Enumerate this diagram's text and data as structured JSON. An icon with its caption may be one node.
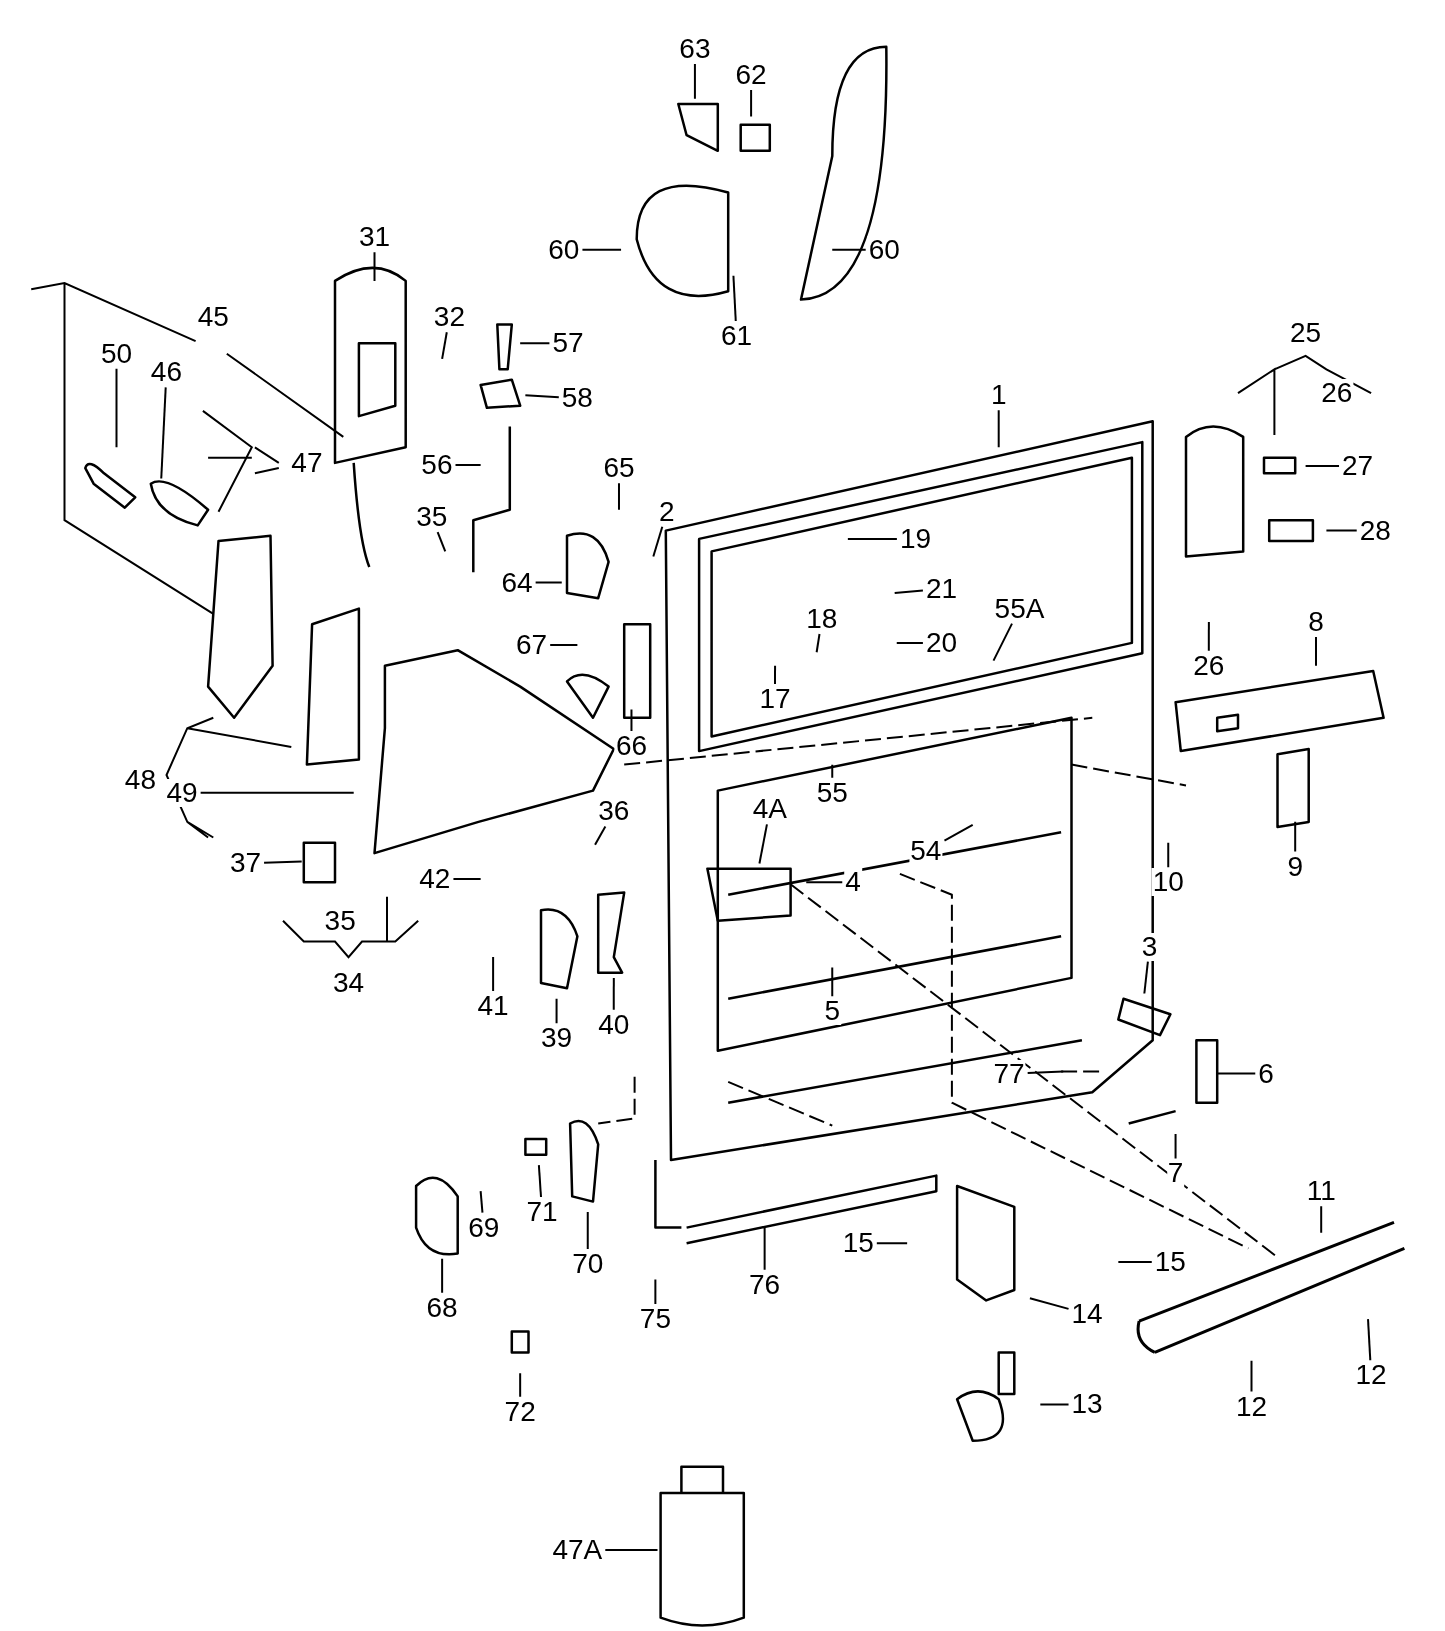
{
  "diagram": {
    "nodes": [
      {
        "text": [
          "63"
        ]
      },
      {
        "text": [
          "62"
        ]
      },
      {
        "text": [
          "60"
        ]
      },
      {
        "text": [
          "60"
        ]
      },
      {
        "text": [
          "31"
        ]
      },
      {
        "text": [
          "32"
        ]
      },
      {
        "text": [
          "61"
        ]
      },
      {
        "text": [
          "57"
        ]
      },
      {
        "text": [
          "50"
        ]
      },
      {
        "text": [
          "46"
        ]
      },
      {
        "text": [
          "58"
        ]
      },
      {
        "text": [
          "1"
        ]
      },
      {
        "text": [
          "27"
        ]
      },
      {
        "text": [
          "56"
        ]
      },
      {
        "text": [
          "65"
        ]
      },
      {
        "text": [
          "2"
        ]
      },
      {
        "text": [
          "35"
        ]
      },
      {
        "text": [
          "28"
        ]
      },
      {
        "text": [
          "19"
        ]
      },
      {
        "text": [
          "64"
        ]
      },
      {
        "text": [
          "21"
        ]
      },
      {
        "text": [
          "55A"
        ]
      },
      {
        "text": [
          "18"
        ]
      },
      {
        "text": [
          "8"
        ]
      },
      {
        "text": [
          "20"
        ]
      },
      {
        "text": [
          "67"
        ]
      },
      {
        "text": [
          "26"
        ]
      },
      {
        "text": [
          "17"
        ]
      },
      {
        "text": [
          "66"
        ]
      },
      {
        "text": [
          "49"
        ]
      },
      {
        "text": [
          "55"
        ]
      },
      {
        "text": [
          "36"
        ]
      },
      {
        "text": [
          "4A"
        ]
      },
      {
        "text": [
          "54"
        ]
      },
      {
        "text": [
          "37"
        ]
      },
      {
        "text": [
          "9"
        ]
      },
      {
        "text": [
          "42"
        ]
      },
      {
        "text": [
          "4"
        ]
      },
      {
        "text": [
          "10"
        ]
      },
      {
        "text": [
          "3"
        ]
      },
      {
        "text": [
          "41"
        ]
      },
      {
        "text": [
          "5"
        ]
      },
      {
        "text": [
          "40"
        ]
      },
      {
        "text": [
          "39"
        ]
      },
      {
        "text": [
          "77"
        ]
      },
      {
        "text": [
          "6"
        ]
      },
      {
        "text": [
          "7"
        ]
      },
      {
        "text": [
          "11"
        ]
      },
      {
        "text": [
          "71"
        ]
      },
      {
        "text": [
          "69"
        ]
      },
      {
        "text": [
          "15"
        ]
      },
      {
        "text": [
          "15"
        ]
      },
      {
        "text": [
          "70"
        ]
      },
      {
        "text": [
          "76"
        ]
      },
      {
        "text": [
          "68"
        ]
      },
      {
        "text": [
          "14"
        ]
      },
      {
        "text": [
          "75"
        ]
      },
      {
        "text": [
          "12"
        ]
      },
      {
        "text": [
          "13"
        ]
      },
      {
        "text": [
          "12"
        ]
      },
      {
        "text": [
          "72"
        ]
      },
      {
        "text": [
          "47A"
        ]
      },
      {
        "text": [
          "45"
        ]
      },
      {
        "text": [
          "47"
        ]
      },
      {
        "text": [
          "25"
        ]
      },
      {
        "text": [
          "26"
        ]
      },
      {
        "text": [
          "48"
        ]
      },
      {
        "text": [
          "35"
        ]
      },
      {
        "text": [
          "34"
        ]
      }
    ],
    "edges": [
      {
        "from": 0,
        "to": null,
        "arrow": "none"
      },
      {
        "from": 1,
        "to": null,
        "arrow": "none"
      },
      {
        "from": 2,
        "to": null,
        "arrow": "none"
      },
      {
        "from": 3,
        "to": null,
        "arrow": "none"
      },
      {
        "from": 4,
        "to": null,
        "arrow": "none"
      },
      {
        "from": 5,
        "to": null,
        "arrow": "none"
      },
      {
        "from": 6,
        "to": null,
        "arrow": "none"
      },
      {
        "from": 7,
        "to": null,
        "arrow": "none"
      },
      {
        "from": 8,
        "to": null,
        "arrow": "none"
      },
      {
        "from": 9,
        "to": null,
        "arrow": "none"
      },
      {
        "from": 10,
        "to": null,
        "arrow": "none"
      },
      {
        "from": 11,
        "to": null,
        "arrow": "none"
      },
      {
        "from": 12,
        "to": null,
        "arrow": "none"
      },
      {
        "from": 13,
        "to": null,
        "arrow": "none"
      },
      {
        "from": 14,
        "to": null,
        "arrow": "none"
      },
      {
        "from": 15,
        "to": null,
        "arrow": "none"
      },
      {
        "from": 16,
        "to": null,
        "arrow": "none"
      },
      {
        "from": 17,
        "to": null,
        "arrow": "none"
      },
      {
        "from": 18,
        "to": null,
        "arrow": "none"
      },
      {
        "from": 19,
        "to": null,
        "arrow": "none"
      },
      {
        "from": 20,
        "to": null,
        "arrow": "none"
      },
      {
        "from": 21,
        "to": null,
        "arrow": "none"
      },
      {
        "from": 22,
        "to": null,
        "arrow": "none"
      },
      {
        "from": 23,
        "to": null,
        "arrow": "none"
      },
      {
        "from": 24,
        "to": null,
        "arrow": "none"
      },
      {
        "from": 25,
        "to": null,
        "arrow": "none"
      },
      {
        "from": 26,
        "to": null,
        "arrow": "none"
      },
      {
        "from": 27,
        "to": null,
        "arrow": "none"
      },
      {
        "from": 28,
        "to": null,
        "arrow": "none"
      },
      {
        "from": 29,
        "to": null,
        "arrow": "none"
      },
      {
        "from": 30,
        "to": null,
        "arrow": "none"
      },
      {
        "from": 31,
        "to": null,
        "arrow": "none"
      },
      {
        "from": 32,
        "to": null,
        "arrow": "none"
      },
      {
        "from": 33,
        "to": null,
        "arrow": "none"
      },
      {
        "from": 34,
        "to": null,
        "arrow": "none"
      },
      {
        "from": 35,
        "to": null,
        "arrow": "none"
      },
      {
        "from": 36,
        "to": null,
        "arrow": "none"
      },
      {
        "from": 37,
        "to": null,
        "arrow": "none"
      },
      {
        "from": 38,
        "to": null,
        "arrow": "none"
      },
      {
        "from": 39,
        "to": null,
        "arrow": "none"
      },
      {
        "from": 40,
        "to": null,
        "arrow": "none"
      },
      {
        "from": 41,
        "to": null,
        "arrow": "none"
      },
      {
        "from": 42,
        "to": null,
        "arrow": "none"
      },
      {
        "from": 43,
        "to": null,
        "arrow": "none"
      },
      {
        "from": 44,
        "to": null,
        "arrow": "none"
      },
      {
        "from": 45,
        "to": null,
        "arrow": "none"
      },
      {
        "from": 46,
        "to": null,
        "arrow": "none"
      },
      {
        "from": 47,
        "to": null,
        "arrow": "none"
      },
      {
        "from": 48,
        "to": null,
        "arrow": "none"
      },
      {
        "from": 49,
        "to": null,
        "arrow": "none"
      },
      {
        "from": 50,
        "to": null,
        "arrow": "none"
      },
      {
        "from": 51,
        "to": null,
        "arrow": "none"
      },
      {
        "from": 52,
        "to": null,
        "arrow": "none"
      },
      {
        "from": 53,
        "to": null,
        "arrow": "none"
      },
      {
        "from": 54,
        "to": null,
        "arrow": "none"
      },
      {
        "from": 55,
        "to": null,
        "arrow": "none"
      },
      {
        "from": 56,
        "to": null,
        "arrow": "none"
      },
      {
        "from": 57,
        "to": null,
        "arrow": "none"
      },
      {
        "from": 58,
        "to": null,
        "arrow": "none"
      },
      {
        "from": 59,
        "to": null,
        "arrow": "none"
      },
      {
        "from": 60,
        "to": null,
        "arrow": "none"
      },
      {
        "from": 61,
        "to": null,
        "arrow": "none"
      }
    ]
  }
}
